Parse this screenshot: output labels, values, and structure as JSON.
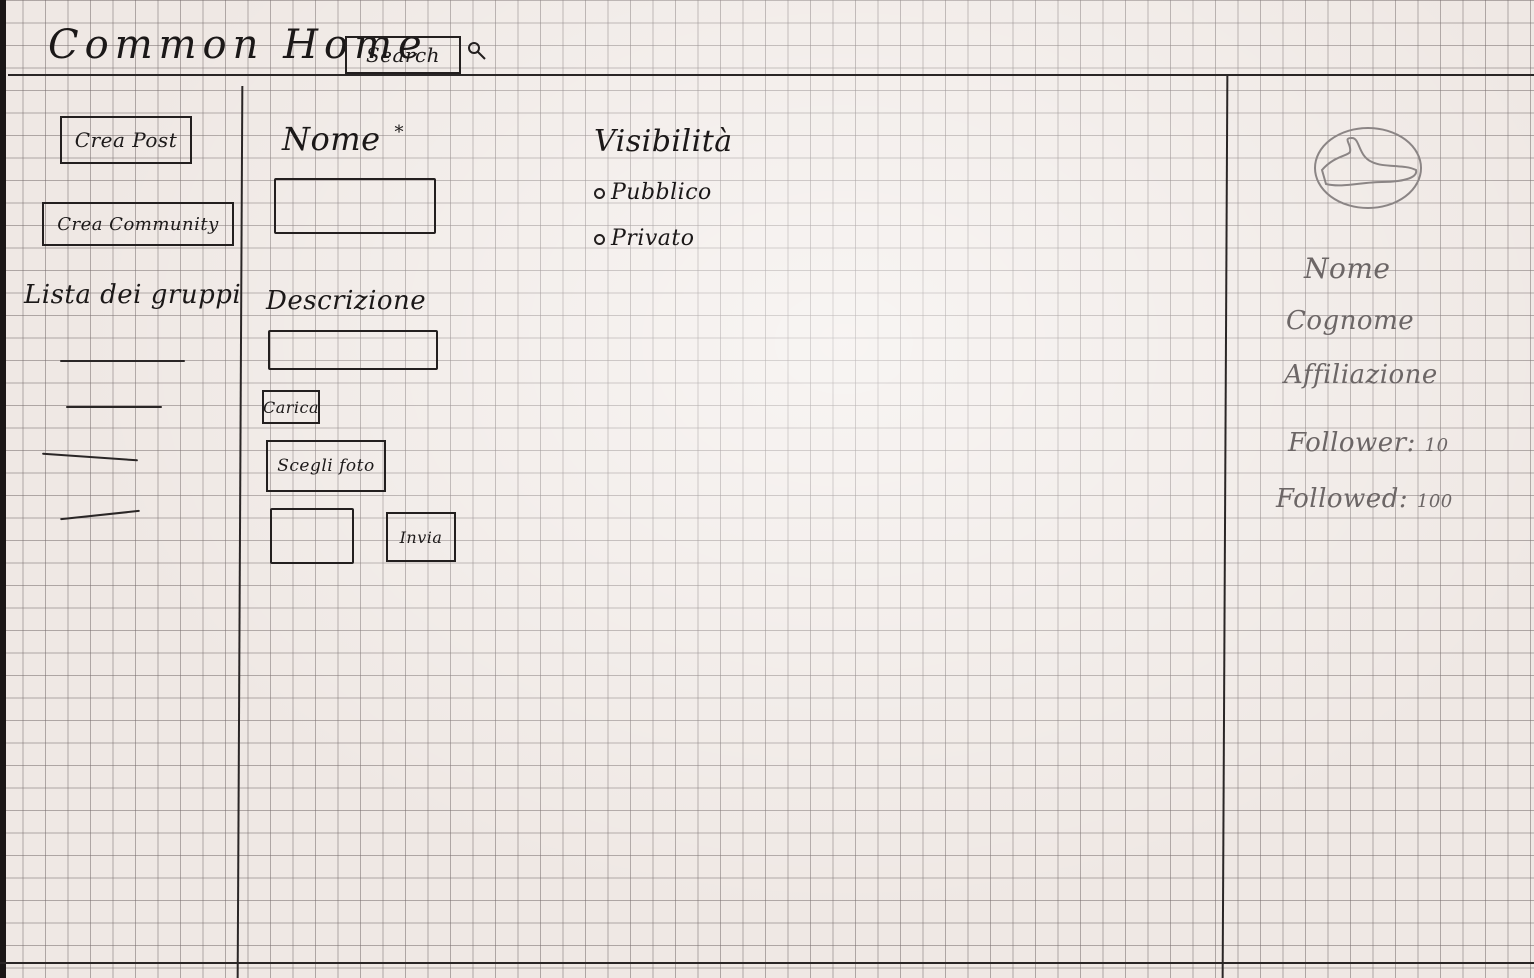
{
  "header": {
    "app_title": "Common Home",
    "search_label": "Search"
  },
  "sidebar": {
    "create_post_label": "Crea Post",
    "create_community_label": "Crea Community",
    "groups_title": "Lista dei gruppi"
  },
  "form": {
    "name_label": "Nome",
    "name_required_mark": "*",
    "description_label": "Descrizione",
    "upload_button": "Carica",
    "choose_photo_button": "Scegli foto",
    "send_button": "Invia"
  },
  "visibility": {
    "title": "Visibilità",
    "options": [
      "Pubblico",
      "Privato"
    ]
  },
  "profile": {
    "name_label": "Nome",
    "surname_label": "Cognome",
    "affiliation_label": "Affiliazione",
    "followers_label": "Follower",
    "followers_count": "10",
    "following_label": "Followed",
    "following_count": "100"
  }
}
